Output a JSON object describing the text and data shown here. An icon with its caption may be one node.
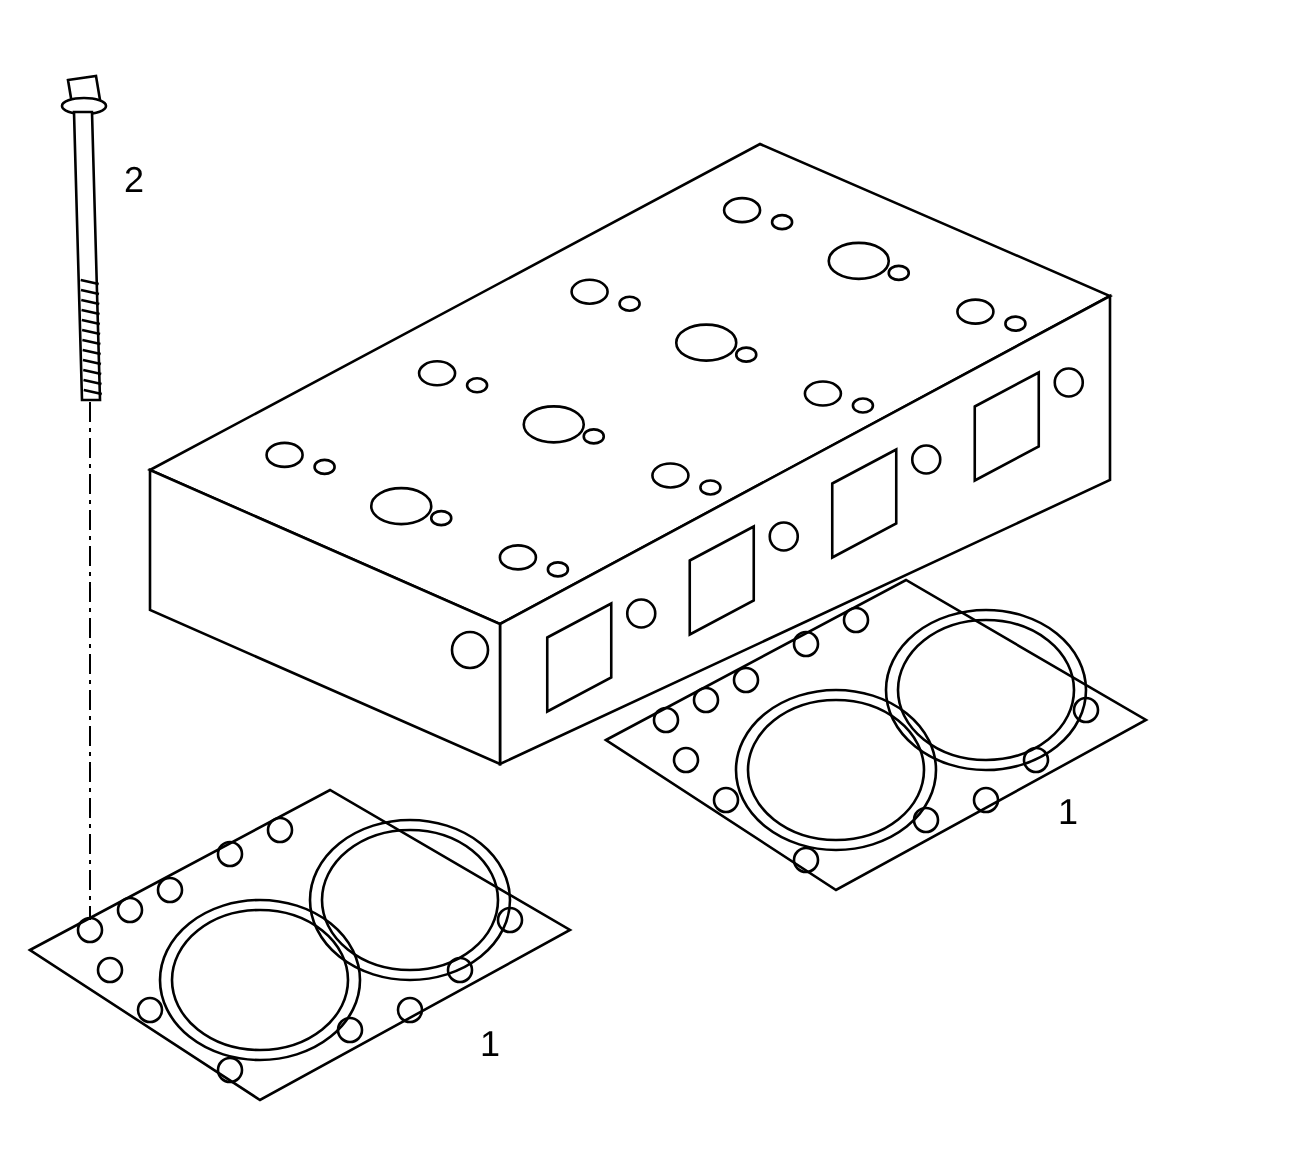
{
  "diagram": {
    "nodes": [
      {
        "text": [],
        "shape": "picture"
      },
      {
        "text": [],
        "shape": "picture"
      },
      {
        "text": [],
        "shape": "picture"
      },
      {
        "text": [],
        "shape": "picture"
      }
    ],
    "edges": [
      {
        "from": 0,
        "to": 3,
        "arrow": "none",
        "style": "dashed"
      }
    ],
    "labels": [
      "2",
      "1",
      "1"
    ]
  }
}
